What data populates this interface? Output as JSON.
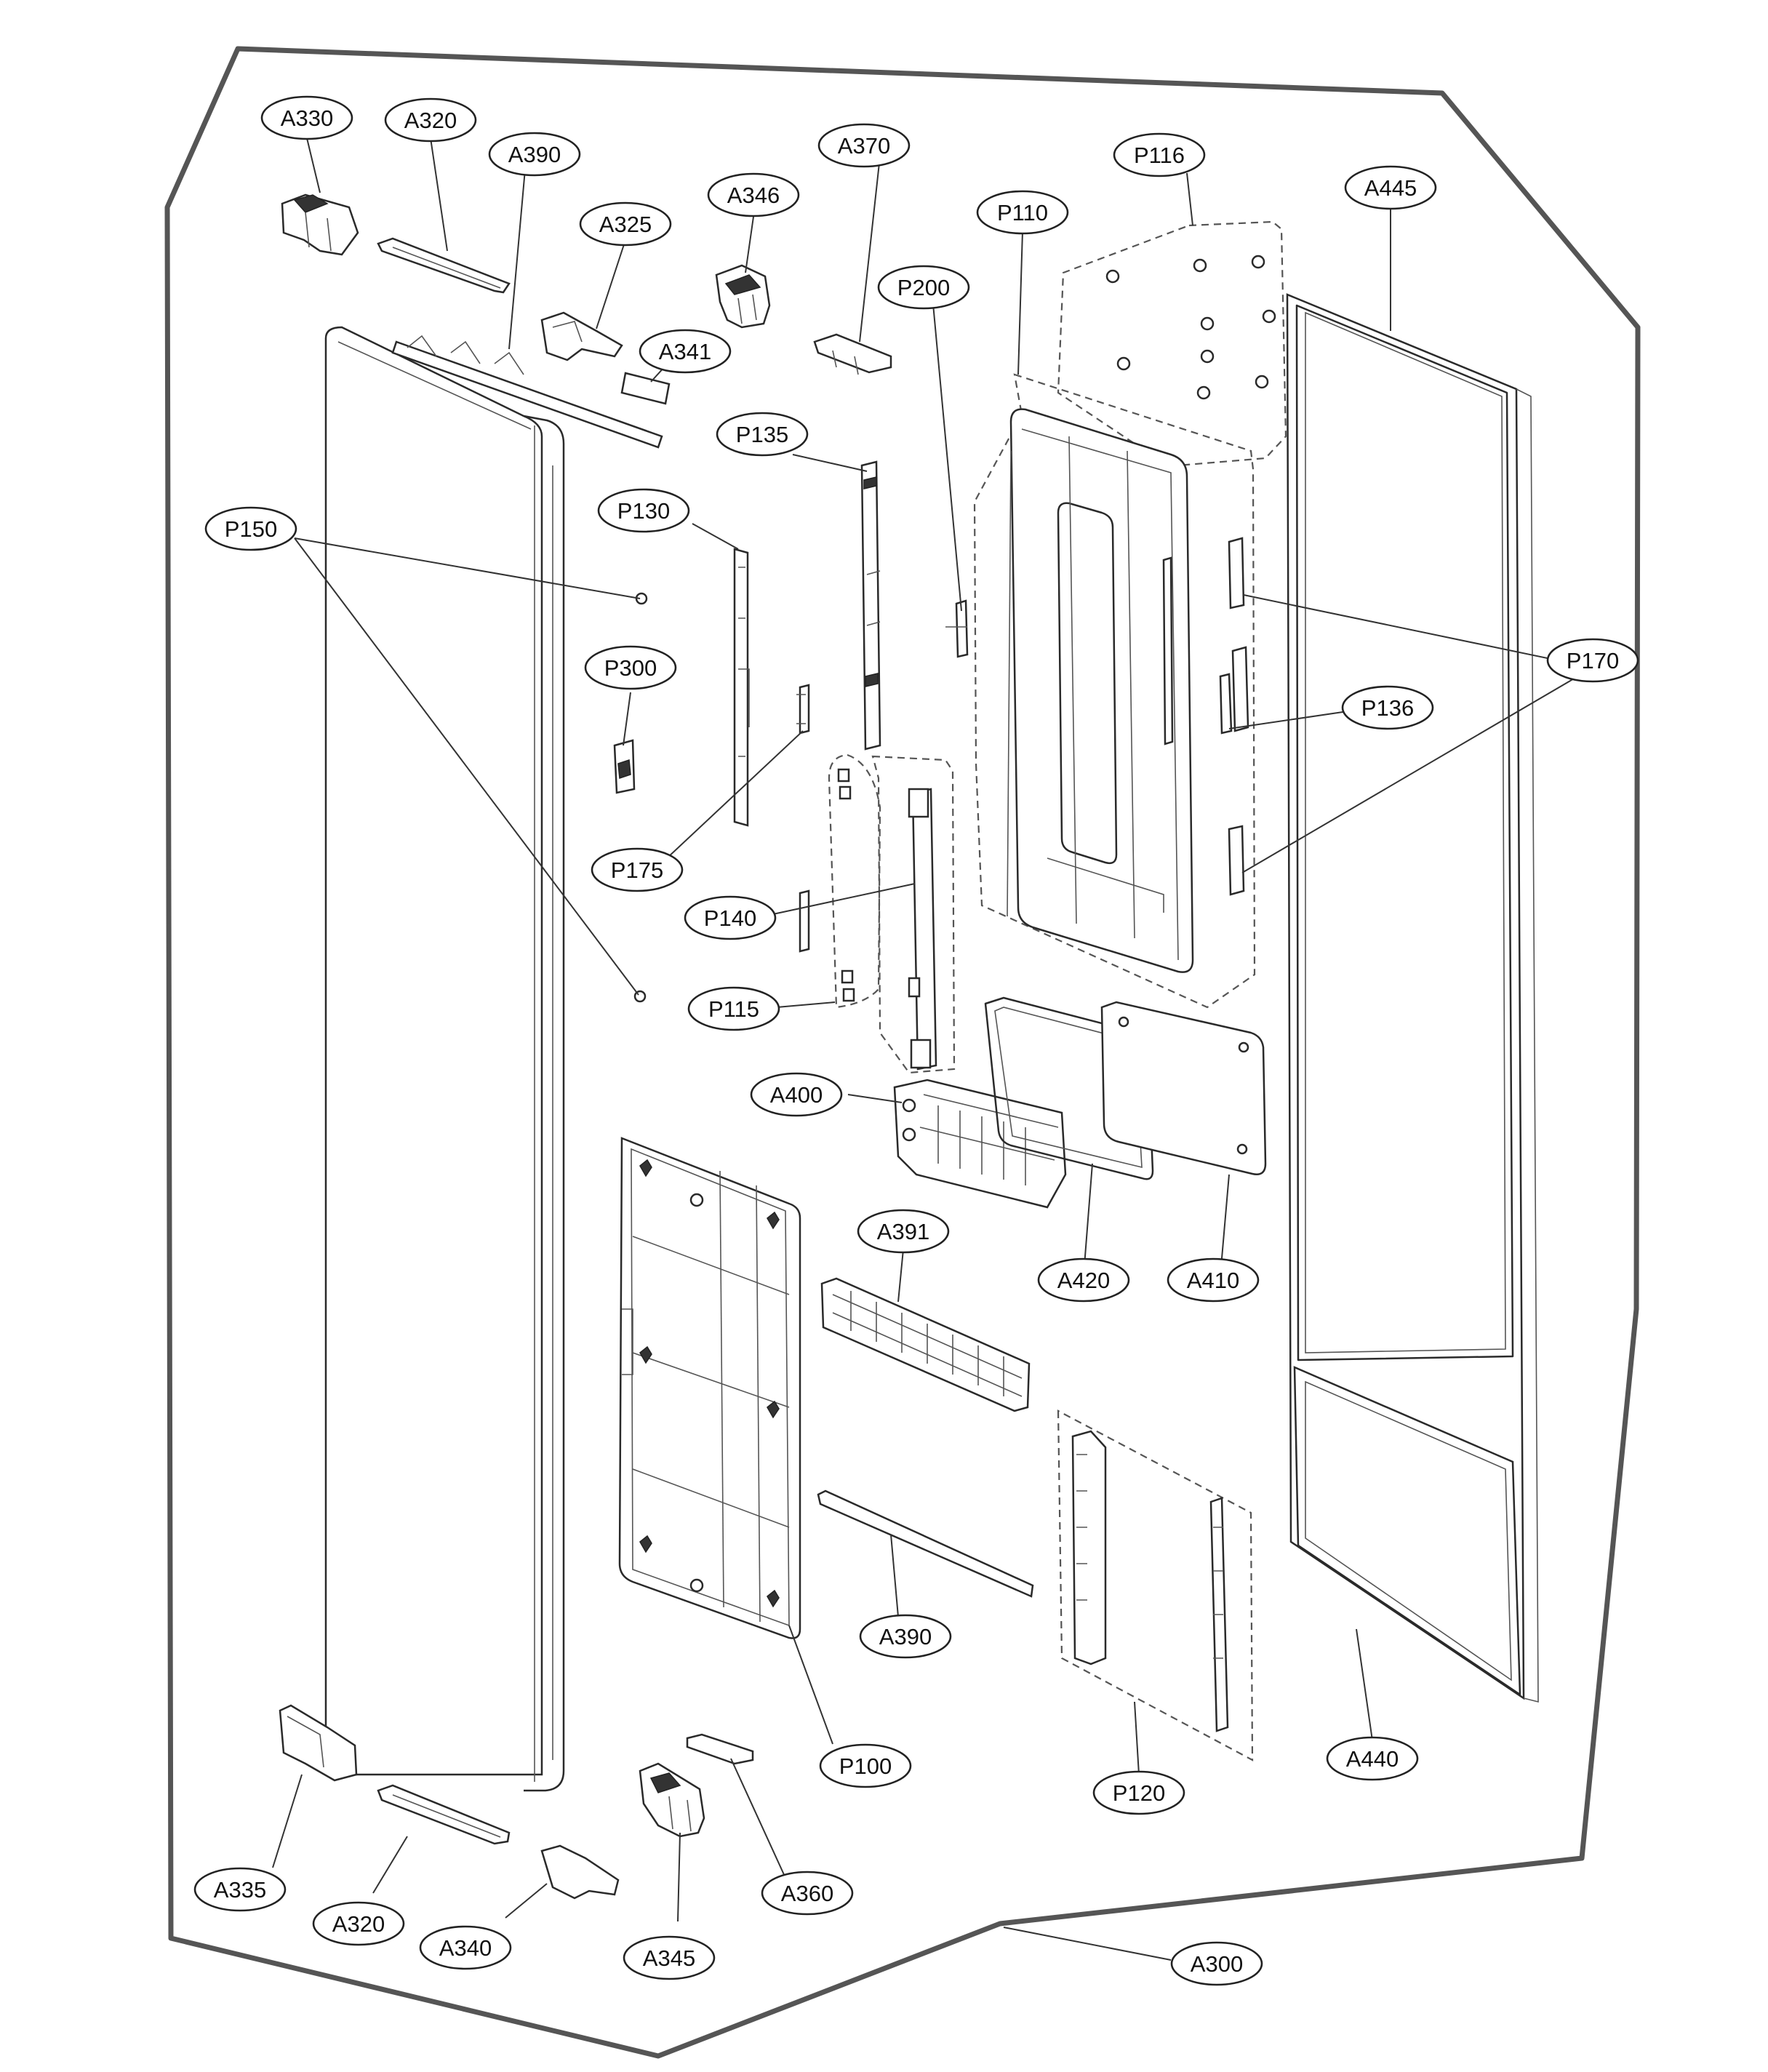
{
  "labels": {
    "a330": "A330",
    "a320_top": "A320",
    "a390_top": "A390",
    "a325": "A325",
    "a346": "A346",
    "a370": "A370",
    "a341": "A341",
    "p116": "P116",
    "p110": "P110",
    "p200": "P200",
    "a445": "A445",
    "p135": "P135",
    "p130": "P130",
    "p150": "P150",
    "p300": "P300",
    "p170": "P170",
    "p136": "P136",
    "p175": "P175",
    "p140": "P140",
    "p115": "P115",
    "a400": "A400",
    "a391": "A391",
    "a420": "A420",
    "a410": "A410",
    "a390_bottom": "A390",
    "p100": "P100",
    "p120": "P120",
    "a440": "A440",
    "a335": "A335",
    "a320_bottom": "A320",
    "a340": "A340",
    "a345": "A345",
    "a360": "A360",
    "a300": "A300"
  }
}
